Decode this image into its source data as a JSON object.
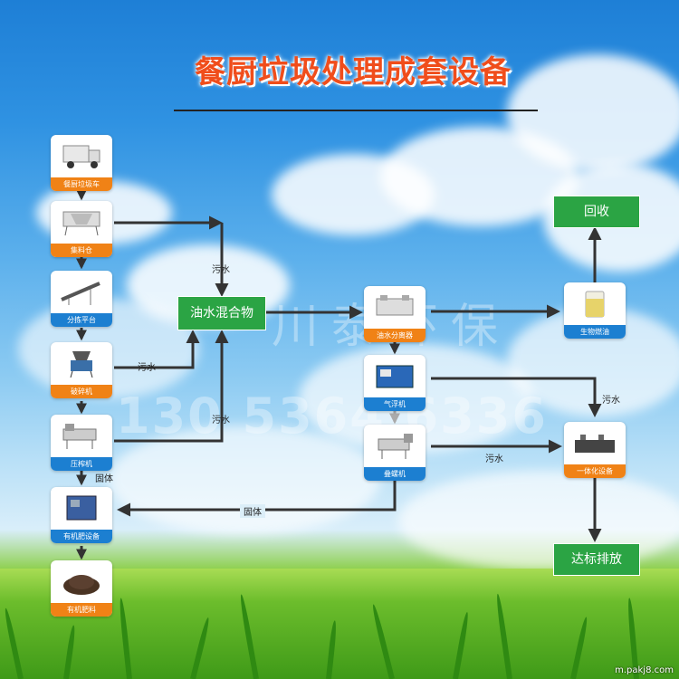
{
  "title": "餐厨垃圾处理成套设备",
  "left_column": [
    {
      "label": "餐厨垃圾车",
      "icon": "garbage-truck-icon"
    },
    {
      "label": "集料仓",
      "icon": "hopper-icon"
    },
    {
      "label": "分拣平台",
      "icon": "conveyor-icon"
    },
    {
      "label": "破碎机",
      "icon": "crusher-icon"
    },
    {
      "label": "压榨机",
      "icon": "press-icon"
    },
    {
      "label": "有机肥设备",
      "icon": "fertilizer-machine-icon"
    },
    {
      "label": "有机肥料",
      "icon": "compost-pile-icon"
    }
  ],
  "middle_column": [
    {
      "label": "油水分离器",
      "icon": "separator-icon"
    },
    {
      "label": "气浮机",
      "icon": "flotation-icon"
    },
    {
      "label": "叠螺机",
      "icon": "screw-press-icon"
    }
  ],
  "right_column": [
    {
      "label": "生物燃油",
      "icon": "oil-jar-icon"
    },
    {
      "label": "一体化设备",
      "icon": "integrated-unit-icon"
    }
  ],
  "green_boxes": {
    "mix": "油水混合物",
    "recycle": "回收",
    "discharge": "达标排放"
  },
  "flow_labels": {
    "wastewater_1": "污水",
    "wastewater_2": "污水",
    "wastewater_3": "污水",
    "wastewater_4": "污水",
    "wastewater_5": "污水",
    "solid_1": "固体",
    "solid_2": "固体"
  },
  "watermark": {
    "phone": "130 5364 6336",
    "brand": "川泰环保"
  },
  "site": "m.pakj8.com",
  "colors": {
    "title": "#f04d1b",
    "green_box": "#2ba444",
    "orange_label": "#f08216",
    "blue_label": "#1c7fd1",
    "line": "#333333"
  }
}
